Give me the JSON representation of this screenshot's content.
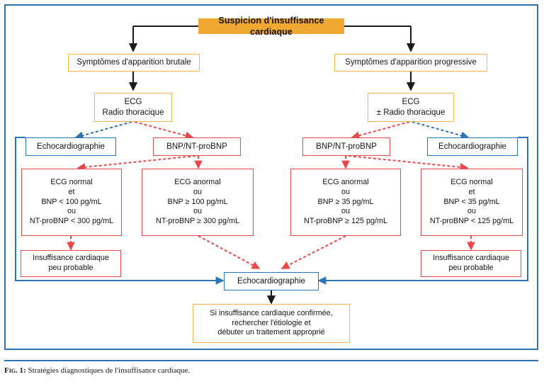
{
  "figure": {
    "caption_label": "Fig. 1:",
    "caption_text": "Stratégies diagnostiques de l'insuffisance cardiaque.",
    "frame_color": "#2e74b5"
  },
  "colors": {
    "orange_fill": "#f0a830",
    "orange_outline": "#f2b949",
    "blue": "#2e74b5",
    "red": "#e8494c",
    "text": "#141414",
    "arrow_black": "#1a1a1a"
  },
  "nodes": {
    "title": "Suspicion d'insuffisance cardiaque",
    "left_branch": {
      "symptoms": "Symptômes d'apparition brutale",
      "workup": "ECG\nRadio thoracique",
      "echo": "Echocardiographie",
      "bnp": "BNP/NT-proBNP",
      "criteria_negative": "ECG normal\net\nBNP < 100 pg/mL\nou\nNT-proBNP < 300 pg/mL",
      "criteria_positive": "ECG anormal\nou\nBNP ≥ 100 pg/mL\nou\nNT-proBNP ≥ 300 pg/mL",
      "unlikely": "Insuffisance cardiaque\npeu probable"
    },
    "right_branch": {
      "symptoms": "Symptômes d'apparition progressive",
      "workup": "ECG\n± Radio thoracique",
      "echo": "Echocardiographie",
      "bnp": "BNP/NT-proBNP",
      "criteria_positive": "ECG anormal\nou\nBNP ≥ 35 pg/mL\nou\nNT-proBNP ≥ 125 pg/mL",
      "criteria_negative": "ECG normal\net\nBNP < 35 pg/mL\nou\nNT-proBNP < 125 pg/mL",
      "unlikely": "Insuffisance cardiaque\npeu probable"
    },
    "outcome": {
      "echo": "Echocardiographie",
      "management": "Si insuffisance cardiaque confirmée,\nrechercher l'étiologie et\ndébuter un traitement approprié"
    }
  },
  "chart_data": {
    "type": "diagram",
    "title": "Stratégies diagnostiques de l'insuffisance cardiaque",
    "diagram_kind": "clinical decision flowchart",
    "nodes": [
      {
        "id": "title",
        "label": "Suspicion d'insuffisance cardiaque",
        "style": "orange-fill"
      },
      {
        "id": "left-symptoms",
        "label": "Symptômes d'apparition brutale",
        "style": "orange-outline"
      },
      {
        "id": "right-symptoms",
        "label": "Symptômes d'apparition progressive",
        "style": "orange-outline"
      },
      {
        "id": "left-workup",
        "label": "ECG / Radio thoracique",
        "style": "orange-outline"
      },
      {
        "id": "right-workup",
        "label": "ECG / ± Radio thoracique",
        "style": "orange-outline"
      },
      {
        "id": "left-echo",
        "label": "Echocardiographie",
        "style": "blue-outline"
      },
      {
        "id": "left-bnp",
        "label": "BNP/NT-proBNP",
        "style": "red-outline"
      },
      {
        "id": "right-bnp",
        "label": "BNP/NT-proBNP",
        "style": "red-outline"
      },
      {
        "id": "right-echo",
        "label": "Echocardiographie",
        "style": "blue-outline"
      },
      {
        "id": "left-neg",
        "label": "ECG normal et BNP < 100 pg/mL ou NT-proBNP < 300 pg/mL",
        "style": "red-outline"
      },
      {
        "id": "left-pos",
        "label": "ECG anormal ou BNP ≥ 100 pg/mL ou NT-proBNP ≥ 300 pg/mL",
        "style": "red-outline"
      },
      {
        "id": "right-pos",
        "label": "ECG anormal ou BNP ≥ 35 pg/mL ou NT-proBNP ≥ 125 pg/mL",
        "style": "red-outline"
      },
      {
        "id": "right-neg",
        "label": "ECG normal et BNP < 35 pg/mL ou NT-proBNP < 125 pg/mL",
        "style": "red-outline"
      },
      {
        "id": "left-unlikely",
        "label": "Insuffisance cardiaque peu probable",
        "style": "red-outline"
      },
      {
        "id": "right-unlikely",
        "label": "Insuffisance cardiaque peu probable",
        "style": "red-outline"
      },
      {
        "id": "final-echo",
        "label": "Echocardiographie",
        "style": "blue-outline"
      },
      {
        "id": "management",
        "label": "Si insuffisance cardiaque confirmée, rechercher l'étiologie et débuter un traitement approprié",
        "style": "orange-outline"
      }
    ],
    "edges": [
      {
        "from": "title",
        "to": "left-symptoms",
        "style": "solid-black"
      },
      {
        "from": "title",
        "to": "right-symptoms",
        "style": "solid-black"
      },
      {
        "from": "left-symptoms",
        "to": "left-workup",
        "style": "solid-black"
      },
      {
        "from": "right-symptoms",
        "to": "right-workup",
        "style": "solid-black"
      },
      {
        "from": "left-workup",
        "to": "left-echo",
        "style": "dashed-blue"
      },
      {
        "from": "left-workup",
        "to": "left-bnp",
        "style": "dashed-red"
      },
      {
        "from": "right-workup",
        "to": "right-bnp",
        "style": "dashed-red"
      },
      {
        "from": "right-workup",
        "to": "right-echo",
        "style": "dashed-blue"
      },
      {
        "from": "left-bnp",
        "to": "left-neg",
        "style": "dashed-red"
      },
      {
        "from": "left-bnp",
        "to": "left-pos",
        "style": "dashed-red"
      },
      {
        "from": "right-bnp",
        "to": "right-pos",
        "style": "dashed-red"
      },
      {
        "from": "right-bnp",
        "to": "right-neg",
        "style": "dashed-red"
      },
      {
        "from": "left-neg",
        "to": "left-unlikely",
        "style": "dashed-red"
      },
      {
        "from": "right-neg",
        "to": "right-unlikely",
        "style": "dashed-red"
      },
      {
        "from": "left-pos",
        "to": "final-echo",
        "style": "dashed-red"
      },
      {
        "from": "right-pos",
        "to": "final-echo",
        "style": "dashed-red"
      },
      {
        "from": "left-echo",
        "to": "final-echo",
        "style": "solid-blue"
      },
      {
        "from": "right-echo",
        "to": "final-echo",
        "style": "solid-blue"
      },
      {
        "from": "final-echo",
        "to": "management",
        "style": "solid-black"
      }
    ]
  }
}
